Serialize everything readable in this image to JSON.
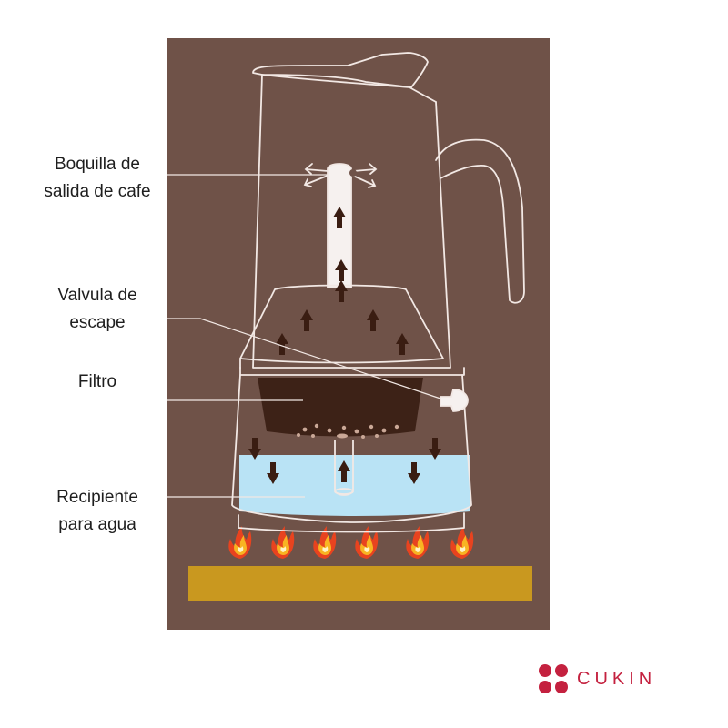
{
  "labels": {
    "spout": [
      "Boquilla de",
      "salida de cafe"
    ],
    "valve": [
      "Valvula de",
      "escape"
    ],
    "filter": [
      "Filtro"
    ],
    "water": [
      "Recipiente",
      "para agua"
    ]
  },
  "brand": {
    "name": "CUKIN"
  },
  "colors": {
    "background": "#6f5248",
    "outline": "#f2e8e4",
    "coffee": "#3d2217",
    "water": "#b9e3f5",
    "stove": "#c9981f",
    "arrow": "#3a1d12",
    "brand": "#c4213f"
  }
}
